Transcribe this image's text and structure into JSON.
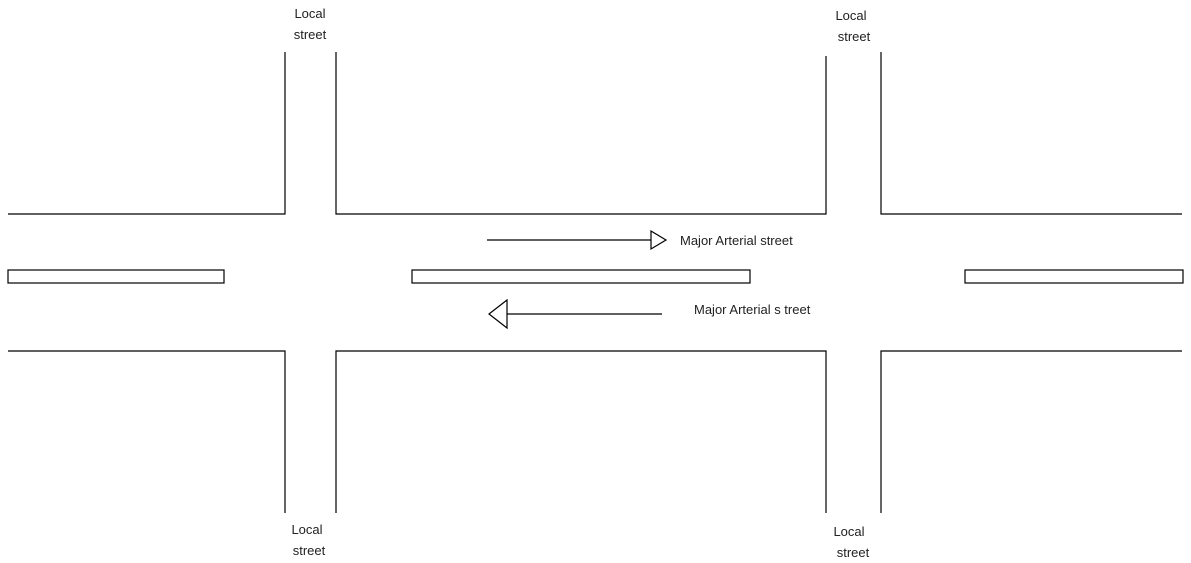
{
  "diagram": {
    "local_street_label_line1": "Local",
    "local_street_label_line2": "street",
    "eastbound_label": "Major Arterial street",
    "westbound_label": "Major Arterial s treet"
  },
  "colors": {
    "line": "#000000",
    "text": "#222222",
    "background": "#ffffff"
  }
}
